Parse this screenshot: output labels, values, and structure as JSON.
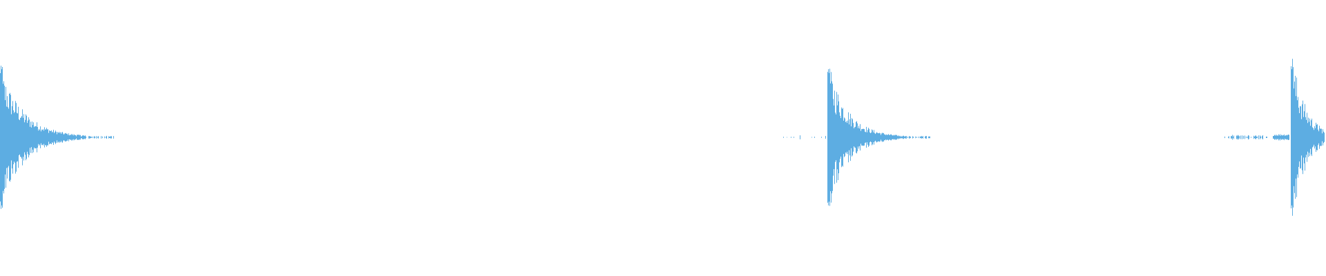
{
  "waveform": {
    "color": "#5dade2",
    "background": "#ffffff",
    "amplitude_scale": 1.0,
    "transients": [
      {
        "peak": 0.88,
        "decay": 0.42,
        "tail": 0.95,
        "pre": 0.0,
        "jitter": 0.55
      },
      {
        "peak": 0.92,
        "decay": 0.38,
        "tail": 0.85,
        "pre": 0.12,
        "jitter": 0.6
      },
      {
        "peak": 0.98,
        "decay": 0.55,
        "tail": 0.3,
        "pre": 0.2,
        "jitter": 0.7
      }
    ]
  }
}
